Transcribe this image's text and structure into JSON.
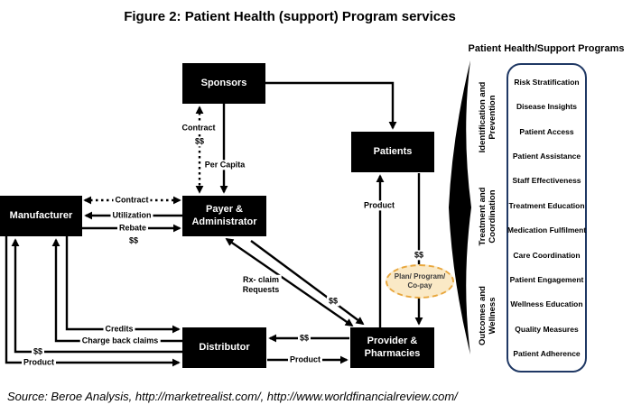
{
  "title": "Figure 2: Patient Health (support) Program services",
  "source_note": "Source: Beroe Analysis, http://marketrealist.com/, http://www.worldfinancialreview.com/",
  "nodes": {
    "sponsors": "Sponsors",
    "patients": "Patients",
    "manufacturer": "Manufacturer",
    "payer": "Payer &\nAdministrator",
    "distributor": "Distributor",
    "provider": "Provider &\nPharmacies"
  },
  "edge_labels": {
    "contract_vertical": "Contract",
    "dollars_vertical": "$$",
    "per_capita": "Per Capita",
    "contract_horizontal": "Contract",
    "utilization": "Utilization",
    "rebate": "Rebate",
    "rebate_dollars": "$$",
    "rx_claim": "Rx- claim\nRequests",
    "rx_dollars": "$$",
    "product_provider_patients": "Product",
    "dollars_patients_provider": "$$",
    "plan_program_copay": "Plan/ Program/\nCo-pay",
    "dollars_provider_distributor": "$$",
    "product_distributor_provider": "Product",
    "credits": "Credits",
    "charge_back_claims": "Charge back claims",
    "dollars_distributor_manufacturer": "$$",
    "product_manufacturer_distributor": "Product"
  },
  "right_panel": {
    "title": "Patient Health/Support Programs",
    "groups": [
      "Identification and\nPrevention",
      "Treatment and\nCoordination",
      "Outcomes and\nWellness"
    ],
    "items": [
      "Risk Stratification",
      "Disease Insights",
      "Patient Access",
      "Patient Assistance",
      "Staff Effectiveness",
      "Treatment Education",
      "Medication Fulfilment",
      "Care Coordination",
      "Patient Engagement",
      "Wellness Education",
      "Quality Measures",
      "Patient Adherence"
    ]
  },
  "colors": {
    "node_bg": "#000000",
    "node_text": "#ffffff",
    "panel_border": "#1F3864",
    "ellipse_fill": "#FAE9C6",
    "ellipse_border": "#E8A63C",
    "line": "#000000"
  }
}
